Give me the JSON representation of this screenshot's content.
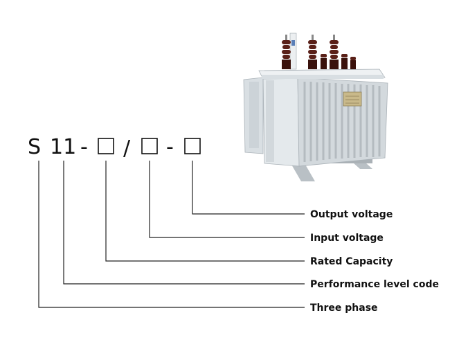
{
  "model_code": {
    "series_letter": "S",
    "level_number": "11",
    "dash_1": "-",
    "slash": "/",
    "dash_2": "-"
  },
  "labels": [
    "Output voltage",
    "Input voltage",
    "Rated Capacity",
    "Performance level code",
    "Three phase"
  ],
  "colors": {
    "transformer_body": "#dfe5e9",
    "transformer_shade": "#c5ccd1",
    "bushing_brown": "#5a2018",
    "bushing_dark": "#3a120c"
  }
}
